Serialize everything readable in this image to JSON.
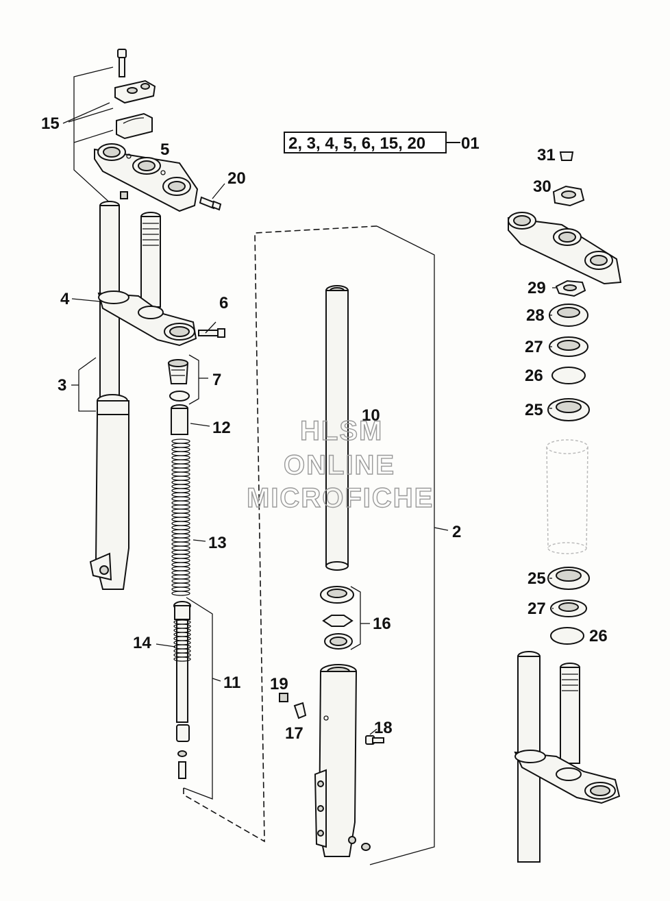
{
  "kit_box": {
    "items": "2, 3, 4, 5, 6, 15, 20",
    "code": "01"
  },
  "watermark": {
    "line1": "HLSM",
    "line2": "ONLINE",
    "line3": "MICROFICHE"
  },
  "callouts": [
    "15",
    "5",
    "20",
    "4",
    "6",
    "3",
    "7",
    "12",
    "13",
    "14",
    "11",
    "10",
    "2",
    "16",
    "19",
    "17",
    "18",
    "31",
    "30",
    "29",
    "28",
    "27",
    "26",
    "25",
    "25",
    "27",
    "26"
  ]
}
